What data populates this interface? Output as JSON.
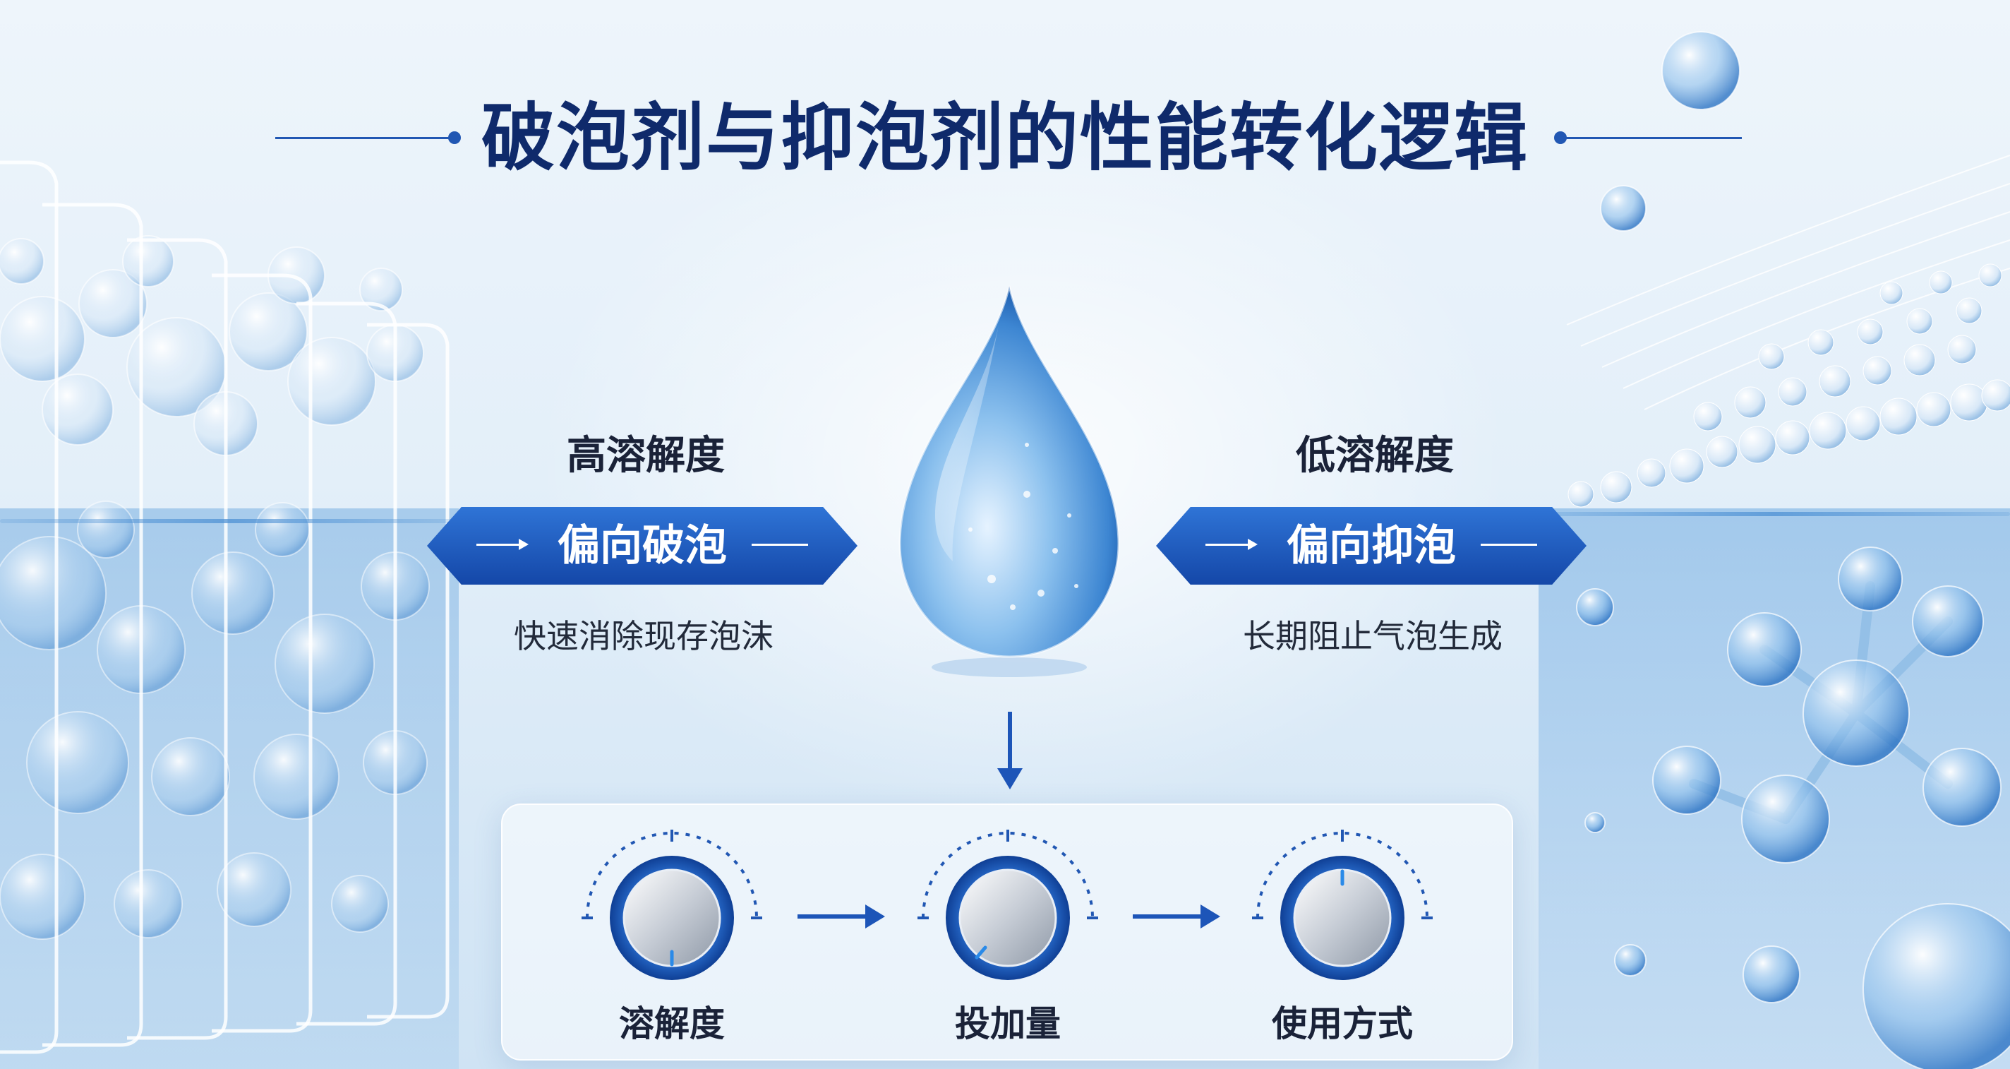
{
  "title": "破泡剂与抑泡剂的性能转化逻辑",
  "left": {
    "solubility_label": "高溶解度",
    "tendency": "偏向破泡",
    "description": "快速消除现存泡沫"
  },
  "right": {
    "solubility_label": "低溶解度",
    "tendency": "偏向抑泡",
    "description": "长期阻止气泡生成"
  },
  "controls": [
    {
      "label": "溶解度"
    },
    {
      "label": "投加量"
    },
    {
      "label": "使用方式"
    }
  ],
  "colors": {
    "title": "#0f2a6b",
    "accent": "#1d55b8",
    "ribbon": "#1447a8",
    "water": "#6fa9dd"
  },
  "icons": [
    "water-drop-icon",
    "foam-container-icon",
    "molecule-icon",
    "knob-icon",
    "arrow-right-icon",
    "arrow-down-icon"
  ]
}
